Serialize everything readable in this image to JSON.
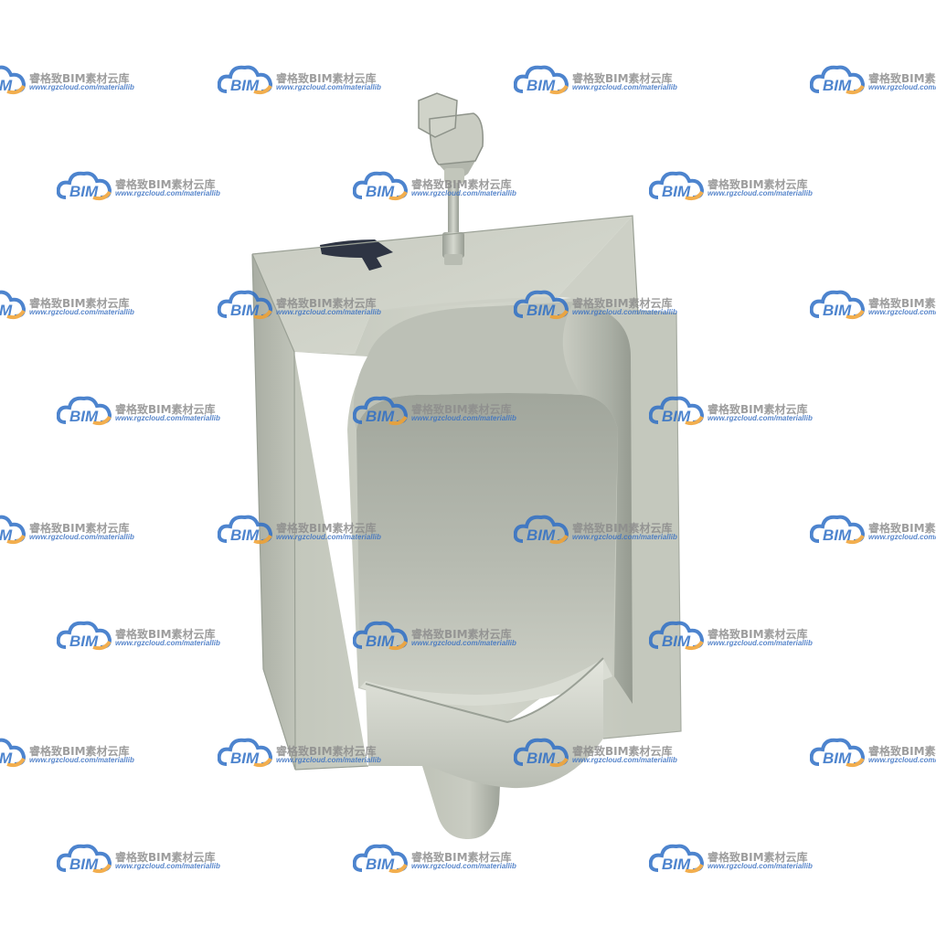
{
  "watermark": {
    "brand": "BIM",
    "name_cn": "睿格致BIM素材云库",
    "url": "www.rgzcloud.com/materiallib",
    "colors": {
      "cloud_blue": "#2f6fc6",
      "cloud_orange": "#f0a030",
      "text_gray": "#8c8c8c"
    }
  },
  "subject": {
    "icon": "wall-mounted-urinal-with-flush-valve",
    "colors": {
      "porcelain": "#c6c9bf",
      "shadow": "#8f948b",
      "highlight": "#e3e5dd",
      "silhouette": "#2e3443"
    }
  }
}
